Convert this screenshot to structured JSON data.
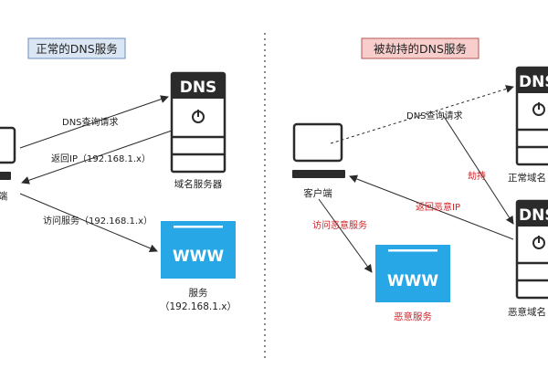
{
  "left_panel": {
    "title": "正常的DNS服务",
    "client_label": "端",
    "dns_server": {
      "logo": "DNS",
      "label": "域名服务器"
    },
    "web_service": {
      "logo": "WWW",
      "label": "服务",
      "ip": "（192.168.1.x）"
    },
    "arrows": {
      "query": "DNS查询请求",
      "reply": "返回IP（192.168.1.x）",
      "visit": "访问服务（192.168.1.x）"
    }
  },
  "right_panel": {
    "title": "被劫持的DNS服务",
    "client_label": "客户端",
    "normal_dns": {
      "logo": "DNS",
      "label": "正常域名"
    },
    "malicious_dns": {
      "logo": "DNS",
      "label": "恶意域名"
    },
    "malicious_service": {
      "logo": "WWW",
      "label": "恶意服务"
    },
    "arrows": {
      "query": "DNS查询请求",
      "hijack": "劫持",
      "reply": "返回恶意IP",
      "visit": "访问恶意服务"
    }
  },
  "colors": {
    "stroke": "#2b2b2b",
    "accent_red": "#d0262b",
    "www_blue": "#27a7e6",
    "left_title_bg": "#dbe6f4",
    "left_title_border": "#6c8ebf",
    "right_title_bg": "#f8cecc",
    "right_title_border": "#b85450"
  }
}
